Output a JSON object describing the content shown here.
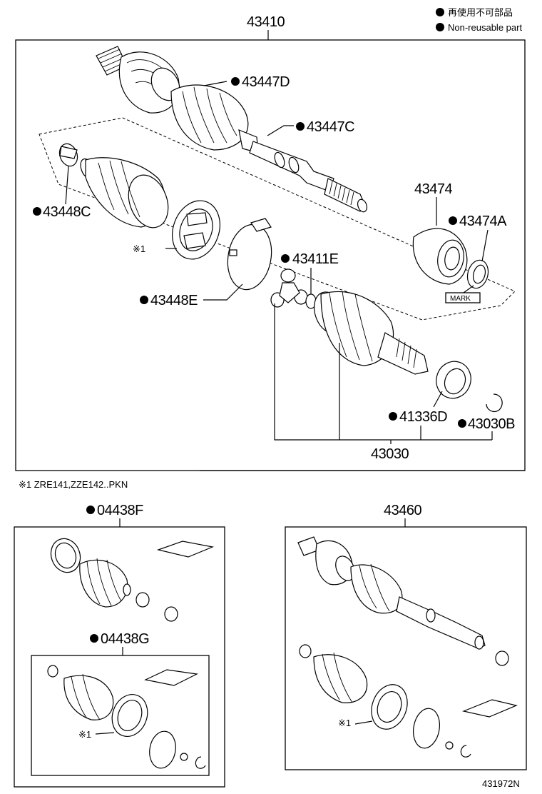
{
  "legend": {
    "items": [
      {
        "text": "再使用不可部品"
      },
      {
        "text": "Non-reusable part"
      }
    ]
  },
  "footnote": "※1 ZRE141,ZZE142..PKN",
  "figure_code": "431972N",
  "top_assembly": {
    "label": "43410",
    "parts": {
      "p43447D": {
        "text": "43447D",
        "non_reusable": true
      },
      "p43447C": {
        "text": "43447C",
        "non_reusable": true
      },
      "p43448C": {
        "text": "43448C",
        "non_reusable": true
      },
      "p43474": {
        "text": "43474",
        "non_reusable": false
      },
      "p43474A": {
        "text": "43474A",
        "non_reusable": true
      },
      "p43411E": {
        "text": "43411E",
        "non_reusable": true
      },
      "p43448E": {
        "text": "43448E",
        "non_reusable": true
      },
      "p41336D": {
        "text": "41336D",
        "non_reusable": true
      },
      "p43030B": {
        "text": "43030B",
        "non_reusable": true
      },
      "p43030": {
        "text": "43030",
        "non_reusable": false
      }
    },
    "note_ref": "※1",
    "mark_text": "MARK"
  },
  "kit_left": {
    "label": "04438F",
    "non_reusable": true,
    "inner": {
      "label": "04438G",
      "non_reusable": true,
      "note_ref": "※1"
    }
  },
  "kit_right": {
    "label": "43460",
    "note_ref": "※1"
  }
}
